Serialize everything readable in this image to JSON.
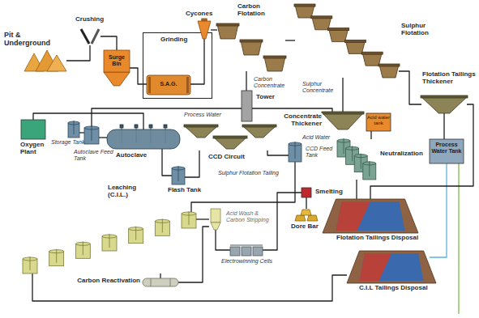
{
  "diagram": {
    "nodes": [
      {
        "text": [
          "Pit & Underground"
        ]
      },
      {
        "text": [
          "Crushing"
        ]
      },
      {
        "text": [
          "Surge Bin"
        ]
      },
      {
        "text": [
          "Grinding"
        ]
      },
      {
        "text": [
          "S.A.G."
        ],
        "in": 3
      },
      {
        "text": [
          "Cycones"
        ]
      },
      {
        "text": [
          "Carbon Flotation"
        ]
      },
      {
        "text": [
          "Sulphur Flotation"
        ]
      },
      {
        "text": [
          "Tower"
        ]
      },
      {
        "text": [
          "Concentrate Thickener"
        ]
      },
      {
        "text": [
          "Acid water tank"
        ]
      },
      {
        "text": [
          "Flotation Tailings Thickener"
        ]
      },
      {
        "text": [
          "Oxygen Plant"
        ]
      },
      {
        "text": [
          "Storage Tank"
        ]
      },
      {
        "text": [
          "Autoclave Feed Tank"
        ]
      },
      {
        "text": [
          "Autoclave"
        ]
      },
      {
        "text": [
          "Flash Tank"
        ]
      },
      {
        "text": [
          "CCD Circuit"
        ]
      },
      {
        "text": [
          "CCD Feed Tank"
        ]
      },
      {
        "text": [
          "Neutralization"
        ]
      },
      {
        "text": [
          "Process Water Tank"
        ]
      },
      {
        "text": [
          "Flotation Tailings Disposal"
        ]
      },
      {
        "text": [
          "C.I.L Tailings Disposal"
        ]
      },
      {
        "text": [
          "Leaching (C.I.L.)"
        ]
      },
      {
        "text": [
          "Acid Wash & Carbon Stripping"
        ]
      },
      {
        "text": [
          "Smelting"
        ]
      },
      {
        "text": [
          "Dore Bar"
        ]
      },
      {
        "text": [
          "Electrowinning Cells"
        ]
      },
      {
        "text": [
          "Carbon Reactivation"
        ]
      }
    ],
    "edges": [
      {
        "from": 0,
        "to": 1,
        "arrow": "none"
      },
      {
        "from": 1,
        "to": 2,
        "arrow": "none"
      },
      {
        "from": 2,
        "to": 4,
        "arrow": "none"
      },
      {
        "from": 4,
        "to": 5,
        "arrow": "none"
      },
      {
        "from": 5,
        "to": 6,
        "arrow": "none"
      },
      {
        "from": 6,
        "to": 7,
        "arrow": "none"
      },
      {
        "from": 6,
        "to": 8,
        "arrow": "none"
      },
      {
        "from": 7,
        "to": 9,
        "arrow": "none"
      },
      {
        "from": 9,
        "to": 14,
        "arrow": "none"
      },
      {
        "from": 7,
        "to": 11,
        "arrow": "none"
      },
      {
        "from": 11,
        "to": 21,
        "arrow": "none"
      },
      {
        "from": 11,
        "to": 20,
        "arrow": "none"
      },
      {
        "from": 12,
        "to": 15,
        "arrow": "none"
      },
      {
        "from": 13,
        "to": 14,
        "arrow": "none"
      },
      {
        "from": 14,
        "to": 15,
        "arrow": "none"
      },
      {
        "from": 15,
        "to": 16,
        "arrow": "none"
      },
      {
        "from": 16,
        "to": 17,
        "arrow": "none"
      },
      {
        "from": 17,
        "to": 18,
        "arrow": "none"
      },
      {
        "from": 18,
        "to": 23,
        "arrow": "none"
      },
      {
        "from": 10,
        "to": 19,
        "arrow": "none"
      },
      {
        "from": 19,
        "to": 21,
        "arrow": "none"
      },
      {
        "from": 23,
        "to": 22,
        "arrow": "none"
      },
      {
        "from": 23,
        "to": 24,
        "arrow": "none"
      },
      {
        "from": 24,
        "to": 27,
        "arrow": "none"
      },
      {
        "from": 27,
        "to": 25,
        "arrow": "none"
      },
      {
        "from": 25,
        "to": 26,
        "arrow": "none"
      },
      {
        "from": 24,
        "to": 28,
        "arrow": "none"
      },
      {
        "from": 28,
        "to": 23,
        "arrow": "none"
      }
    ],
    "labels": [
      "Sulphur Concentrate",
      "Carbon Concentrate",
      "Sulphur Flotation Tailing",
      "Process Water",
      "Acid Water"
    ]
  }
}
